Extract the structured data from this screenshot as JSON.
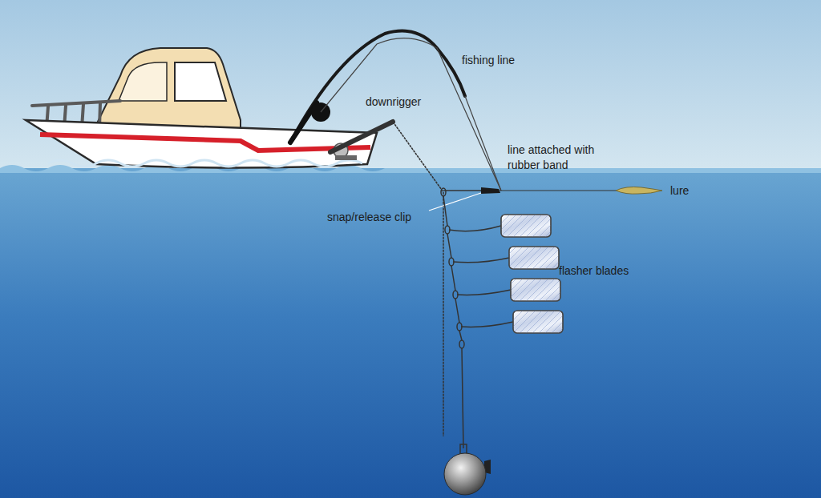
{
  "diagram": {
    "labels": [
      "fishing line",
      "downrigger",
      "line attached with rubber band",
      "lure",
      "snap/release clip",
      "flasher blades"
    ]
  }
}
